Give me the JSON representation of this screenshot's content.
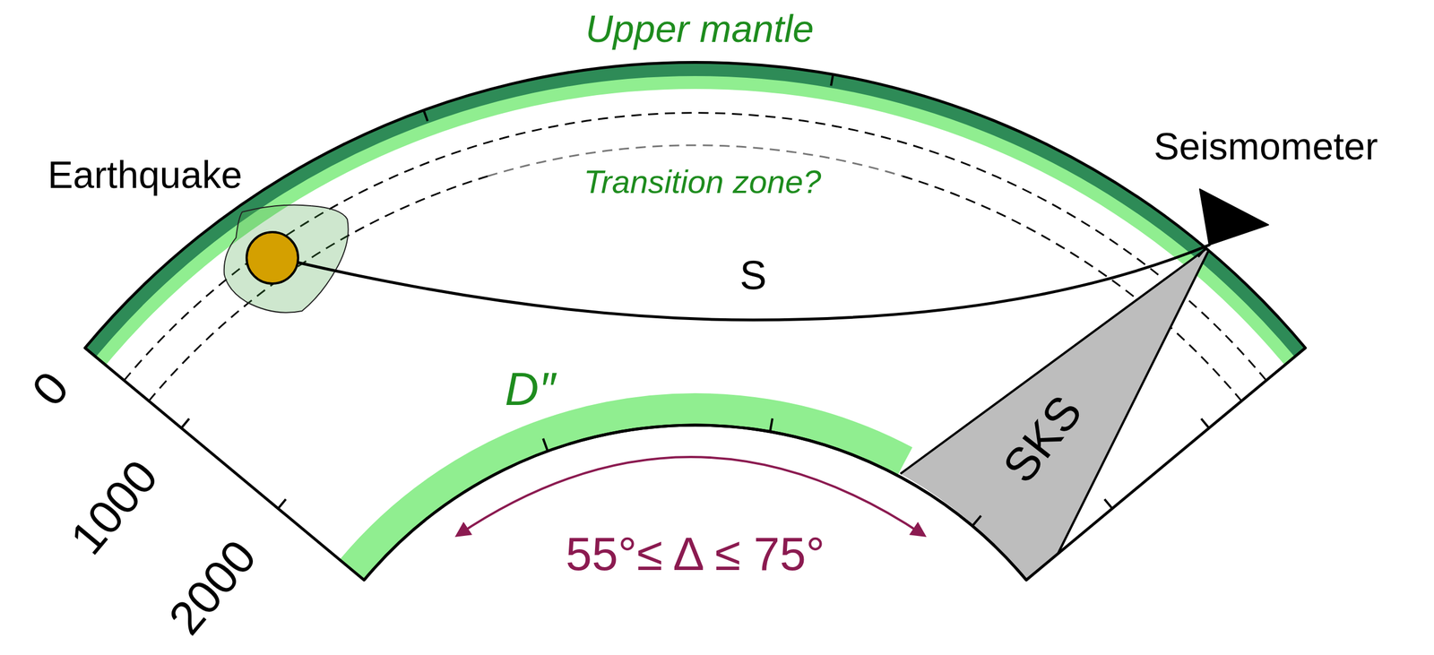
{
  "diagram": {
    "nodes": [
      {
        "text": [
          "Earthquake"
        ]
      },
      {
        "text": [
          "Seismometer"
        ]
      }
    ],
    "edges": [
      {
        "from": 0,
        "to": 1,
        "arrow": "none",
        "label": "S"
      }
    ],
    "labels": [
      "Upper mantle",
      "Transition zone?",
      "D″",
      "SKS",
      "55°≤ Δ ≤ 75°",
      "0",
      "1000",
      "2000"
    ]
  }
}
